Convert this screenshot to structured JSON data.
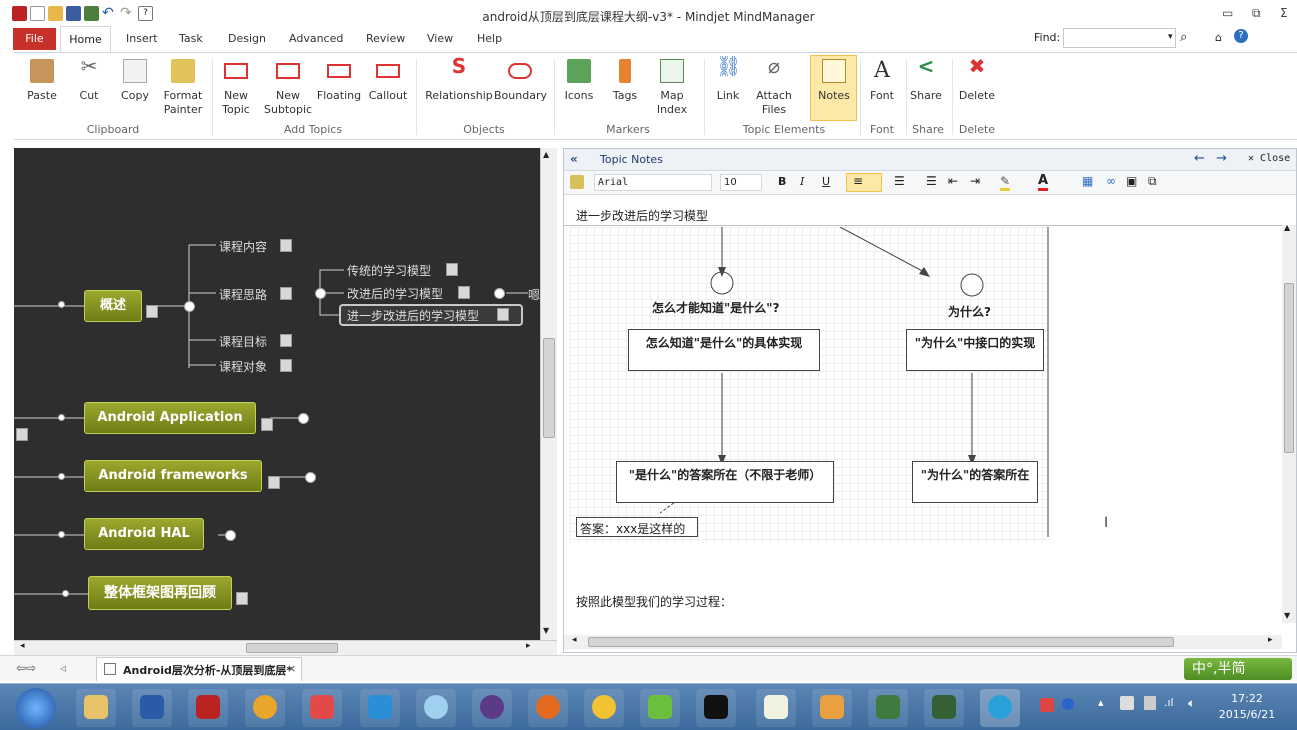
{
  "window": {
    "title": "android从顶层到底层课程大纲-v3* - Mindjet MindManager",
    "find_label": "Find:"
  },
  "tabs": {
    "file": "File",
    "items": [
      "Home",
      "Insert",
      "Task",
      "Design",
      "Advanced",
      "Review",
      "View",
      "Help"
    ]
  },
  "ribbon": {
    "buttons": [
      {
        "label": "Paste"
      },
      {
        "label": "Cut"
      },
      {
        "label": "Copy"
      },
      {
        "label": "Format\nPainter"
      },
      {
        "label": "New\nTopic"
      },
      {
        "label": "New\nSubtopic"
      },
      {
        "label": "Floating"
      },
      {
        "label": "Callout"
      },
      {
        "label": "Relationship"
      },
      {
        "label": "Boundary"
      },
      {
        "label": "Icons"
      },
      {
        "label": "Tags"
      },
      {
        "label": "Map\nIndex"
      },
      {
        "label": "Link"
      },
      {
        "label": "Attach\nFiles"
      },
      {
        "label": "Notes"
      },
      {
        "label": "Font"
      },
      {
        "label": "Share"
      },
      {
        "label": "Delete"
      }
    ],
    "groups": [
      "Clipboard",
      "Add Topics",
      "Objects",
      "Markers",
      "Topic Elements",
      "Font",
      "Share",
      "Delete"
    ]
  },
  "map": {
    "overview": "概述",
    "overview_children": [
      "课程内容",
      "课程思路",
      "课程目标",
      "课程对象"
    ],
    "thought_children": [
      "传统的学习模型",
      "改进后的学习模型",
      "进一步改进后的学习模型"
    ],
    "trailing": "嗯",
    "topics": [
      "Android Application",
      "Android frameworks",
      "Android HAL",
      "整体框架图再回顾"
    ]
  },
  "notes": {
    "header": "Topic Notes",
    "close": "Close",
    "font": "Arial",
    "size": "10",
    "topic_title": "进一步改进后的学习模型",
    "diagram": {
      "q1": "怎么才能知道\"是什么\"?",
      "q2": "为什么?",
      "box1": "怎么知道\"是什么\"的具体实现",
      "box2": "\"为什么\"中接口的实现",
      "box3": "\"是什么\"的答案所在（不限于老师）",
      "box4": "\"为什么\"的答案所在",
      "answer": "答案：xxx是这样的"
    },
    "body_text": "按照此模型我们的学习过程："
  },
  "doc_tab": "Android层次分析-从顶层到底层*",
  "ime": "中°,半简",
  "clock": {
    "time": "17:22",
    "date": "2015/6/21"
  }
}
